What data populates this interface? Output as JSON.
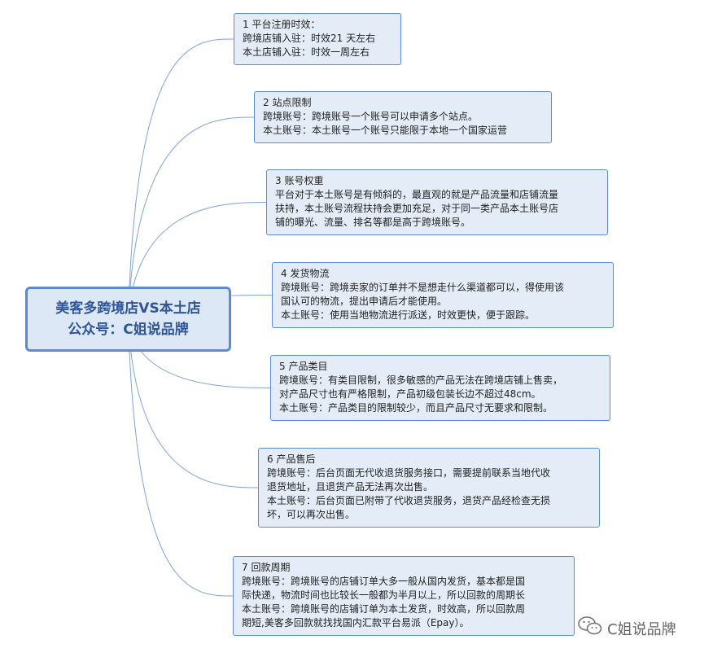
{
  "root": {
    "line1": "美客多跨境店VS本土店",
    "line2": "公众号：C姐说品牌"
  },
  "nodes": [
    {
      "lines": [
        "1 平台注册时效：",
        "跨境店铺入驻：时效21 天左右",
        "本土店铺入驻：时效一周左右"
      ]
    },
    {
      "lines": [
        "2 站点限制",
        "跨境账号：跨境账号一个账号可以申请多个站点。",
        "本土账号：本土账号一个账号只能限于本地一个国家运营"
      ]
    },
    {
      "lines": [
        "3 账号权重",
        "平台对于本土账号是有倾斜的，最直观的就是产品流量和店铺流量",
        "扶持，本土账号流程扶持会更加充足，对于同一类产品本土账号店",
        "铺的曝光、流量、排名等都是高于跨境账号。"
      ]
    },
    {
      "lines": [
        "4 发货物流",
        "跨境账号：跨境卖家的订单并不是想走什么渠道都可以，得使用该",
        "国认可的物流，提出申请后才能使用。",
        "本土账号：使用当地物流进行派送，时效更快，便于跟踪。"
      ]
    },
    {
      "lines": [
        "5 产品类目",
        "跨境账号：有类目限制，很多敏感的产品无法在跨境店铺上售卖，",
        "对产品尺寸也有严格限制，产品初级包装长边不超过48cm。",
        "本土账号：产品类目的限制较少，而且产品尺寸无要求和限制。"
      ]
    },
    {
      "lines": [
        "6 产品售后",
        "跨境账号：后台页面无代收退货服务接口，需要提前联系当地代收",
        "退货地址，且退货产品无法再次出售。",
        "本土账号：后台页面已附带了代收退货服务，退货产品经检查无损",
        "坏，可以再次出售。"
      ]
    },
    {
      "lines": [
        "7 回款周期",
        "跨境账号：跨境账号的店铺订单大多一般从国内发货，基本都是国",
        "际快递，物流时间也比较长一般都为半月以上，所以回款的周期长",
        "本土账号：跨境账号的店铺订单为本土发货，时效高，所以回款周",
        "期短,美客多回款就找找国内汇款平台易派（Epay）。"
      ]
    }
  ],
  "watermark": {
    "text": "C姐说品牌",
    "icon": "wechat-icon"
  },
  "colors": {
    "border": "#5b8bd6",
    "root_fill": "#dde8f6",
    "node_fill": "#e4ecf7",
    "root_text": "#2f5597",
    "connector": "#7fa3dc"
  }
}
